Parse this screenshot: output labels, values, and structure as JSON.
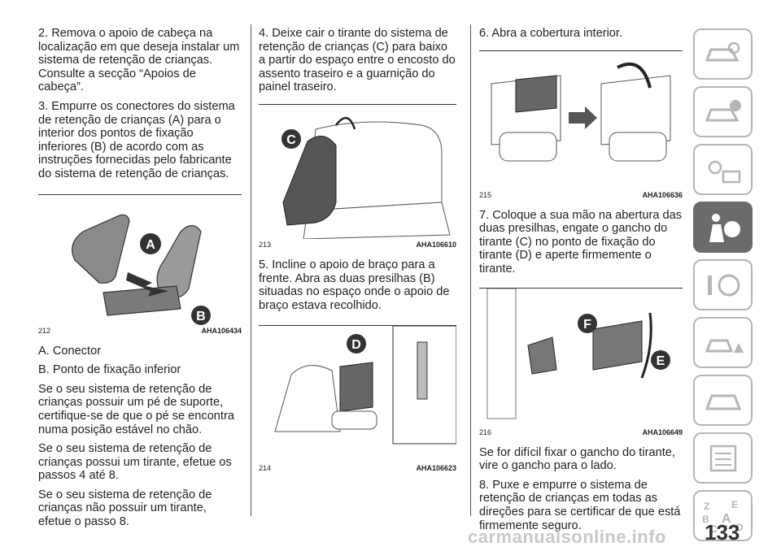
{
  "col1": {
    "p1": "2. Remova o apoio de cabeça na localização em que deseja instalar um sistema de retenção de crianças. Consulte a secção “Apoios de cabeça”.",
    "p2": "3. Empurre os conectores do sistema de retenção de crianças (A) para o interior dos pontos de fixação inferiores (B) de acordo com as instruções fornecidas pelo fabricante do sistema de retenção de crianças.",
    "fig": {
      "num": "212",
      "code": "AHA106434",
      "label_a": "A",
      "label_b": "B"
    },
    "legend_a": "A. Conector",
    "legend_b": "B. Ponto de fixação inferior",
    "p3": "Se o seu sistema de retenção de crianças possuir um pé de suporte, certifique-se de que o pé se encontra numa posição estável no chão.",
    "p4": "Se o seu sistema de retenção de crianças possui um tirante, efetue os passos 4 até 8.",
    "p5": "Se o seu sistema de retenção de crianças não possuir um tirante, efetue o passo 8."
  },
  "col2": {
    "p1": "4. Deixe cair o tirante do sistema de retenção de crianças (C) para baixo a partir do espaço entre o encosto do assento traseiro e a guarnição do painel traseiro.",
    "fig1": {
      "num": "213",
      "code": "AHA106610",
      "label_c": "C"
    },
    "p2": "5. Incline o apoio de braço para a frente. Abra as duas presilhas (B) situadas no espaço onde o apoio de braço estava recolhido.",
    "fig2": {
      "num": "214",
      "code": "AHA106623",
      "label_d": "D"
    }
  },
  "col3": {
    "p1": "6. Abra a cobertura interior.",
    "fig1": {
      "num": "215",
      "code": "AHA106636"
    },
    "p2": "7. Coloque a sua mão na abertura das duas presilhas, engate o gancho do tirante (C) no ponto de fixação do tirante (D) e aperte firmemente o tirante.",
    "fig2": {
      "num": "216",
      "code": "AHA106649",
      "label_f": "F",
      "label_e": "E"
    },
    "p3": "Se for difícil fixar o gancho do tirante, vire o gancho para o lado.",
    "p4": "8. Puxe e empurre o sistema de retenção de crianças em todas as direções para se certificar de que está firmemente seguro."
  },
  "sidebar": {
    "tabs": [
      {
        "icon": "car-search-icon"
      },
      {
        "icon": "car-info-icon"
      },
      {
        "icon": "warning-lights-icon"
      },
      {
        "icon": "seatbelt-airbag-icon",
        "active": true
      },
      {
        "icon": "key-steering-icon"
      },
      {
        "icon": "car-warning-icon"
      },
      {
        "icon": "car-service-icon"
      },
      {
        "icon": "specs-list-icon"
      },
      {
        "icon": "alphabet-index-icon"
      }
    ],
    "index_letters": [
      "Z",
      "E",
      "B",
      "A",
      "C",
      "T",
      "D"
    ]
  },
  "page": {
    "number": "133",
    "watermark": "carmanualsonline.info"
  },
  "colors": {
    "tab_border": "#b5b5b5",
    "tab_active": "#6b6b6b",
    "callout": "#333333"
  }
}
